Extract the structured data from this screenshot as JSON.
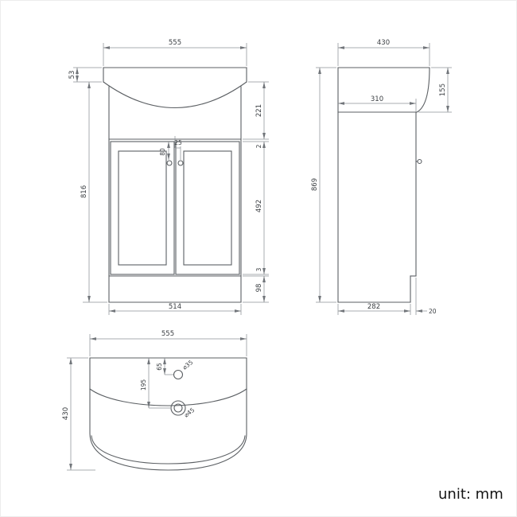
{
  "views": {
    "front": {
      "dims": {
        "overall_width": "555",
        "basin_lip_height": "53",
        "carcass_height": "816",
        "basin_to_doors": "221",
        "door_top_gap": "2",
        "door_height": "492",
        "door_bottom_gap": "3",
        "plinth_height": "98",
        "cabinet_width": "514",
        "handle_drop": "80",
        "handle_offset": "25"
      }
    },
    "side": {
      "dims": {
        "overall_depth": "430",
        "basin_front_height": "155",
        "carcass_depth": "310",
        "overall_height": "869",
        "base_depth": "282",
        "door_thickness": "20"
      }
    },
    "top": {
      "dims": {
        "overall_width": "555",
        "overall_depth": "430",
        "tap_hole_offset": "65",
        "waste_offset": "195",
        "tap_hole_diameter": "⌀35",
        "waste_diameter": "⌀45"
      }
    }
  },
  "footer": {
    "unit_label": "unit: mm"
  }
}
